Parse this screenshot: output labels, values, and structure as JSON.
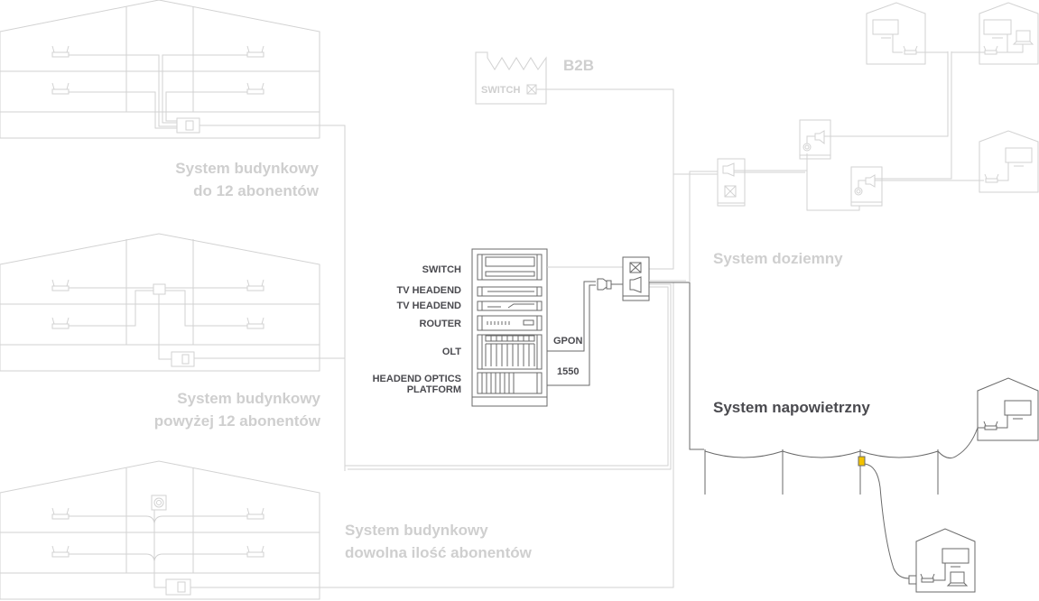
{
  "title": "Schemat sieci światłowodowej",
  "labels": {
    "b2b": "B2B",
    "b2b_switch": "SWITCH",
    "building_small": [
      "System budynkowy",
      "do 12 abonentów"
    ],
    "building_medium": [
      "System budynkowy",
      "powyżej 12 abonentów"
    ],
    "building_any": [
      "System budynkowy",
      "dowolna ilość abonentów"
    ],
    "underground": "System doziemny",
    "aerial": "System napowietrzny"
  },
  "rack": {
    "units": [
      "SWITCH",
      "TV HEADEND",
      "TV HEADEND",
      "ROUTER",
      "OLT",
      "HEADEND OPTICS PLATFORM"
    ],
    "headend_line1": "HEADEND OPTICS",
    "headend_line2": "PLATFORM",
    "outputs": {
      "gpon": "GPON",
      "wavelength": "1550"
    }
  },
  "colors": {
    "active_line": "#6a6a6a",
    "inactive_line": "#d2d2d2",
    "active_text": "#4a4a4f",
    "inactive_text": "#cfcfcf",
    "splice_box": "#f2c200"
  },
  "icons": [
    "router-icon",
    "optical-splitter-icon",
    "antenna-icon",
    "switch-icon",
    "tv-icon",
    "laptop-icon",
    "server-rack-icon",
    "factory-icon",
    "house-icon",
    "utility-pole-icon"
  ]
}
